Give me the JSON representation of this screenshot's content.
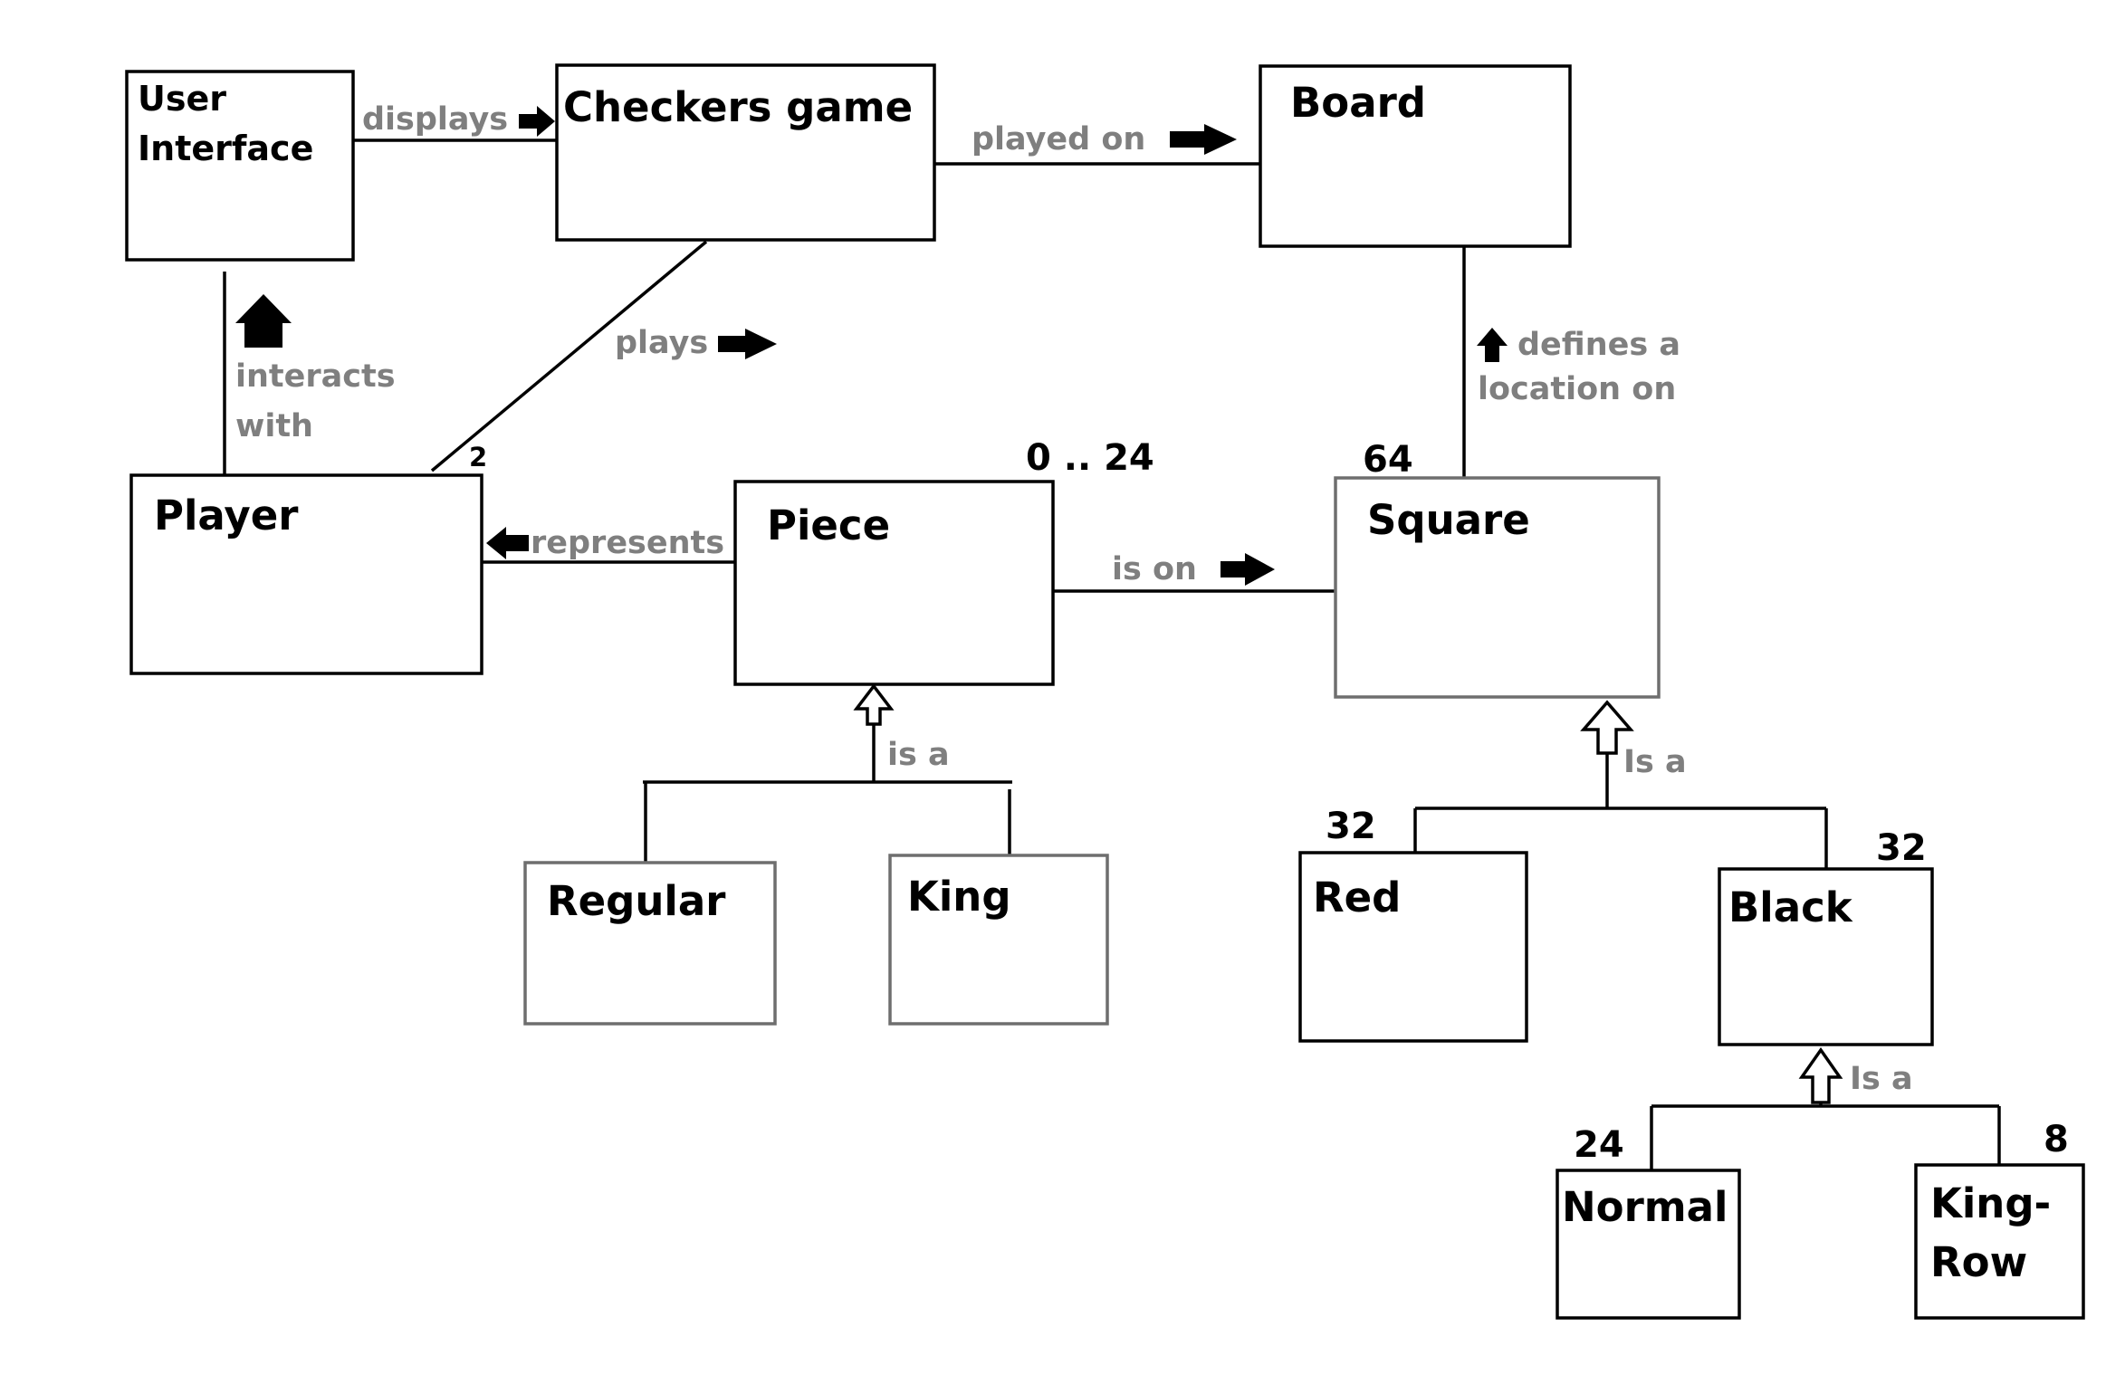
{
  "classes": {
    "user_interface": [
      "User",
      "Interface"
    ],
    "checkers_game": "Checkers game",
    "board": "Board",
    "player": "Player",
    "piece": "Piece",
    "square": "Square",
    "regular": "Regular",
    "king": "King",
    "red": "Red",
    "black": "Black",
    "normal": "Normal",
    "king_row": [
      "King-",
      "Row"
    ]
  },
  "relations": {
    "displays": "displays",
    "played_on": "played on",
    "plays": "plays",
    "interacts_with": [
      "interacts",
      "with"
    ],
    "represents": "represents",
    "is_on": "is on",
    "defines_location": [
      "defines a",
      "location on"
    ],
    "piece_is_a": "is a",
    "square_is_a": "Is a",
    "black_is_a": "Is a"
  },
  "multiplicities": {
    "player_plays": "2",
    "piece_count": "0 .. 24",
    "square_count": "64",
    "red_count": "32",
    "black_count": "32",
    "normal_count": "24",
    "king_row_count": "8"
  },
  "colors": {
    "line": "#000000",
    "relation_text": "#7f7f7f",
    "light_box_border": "#6e6e6e"
  }
}
